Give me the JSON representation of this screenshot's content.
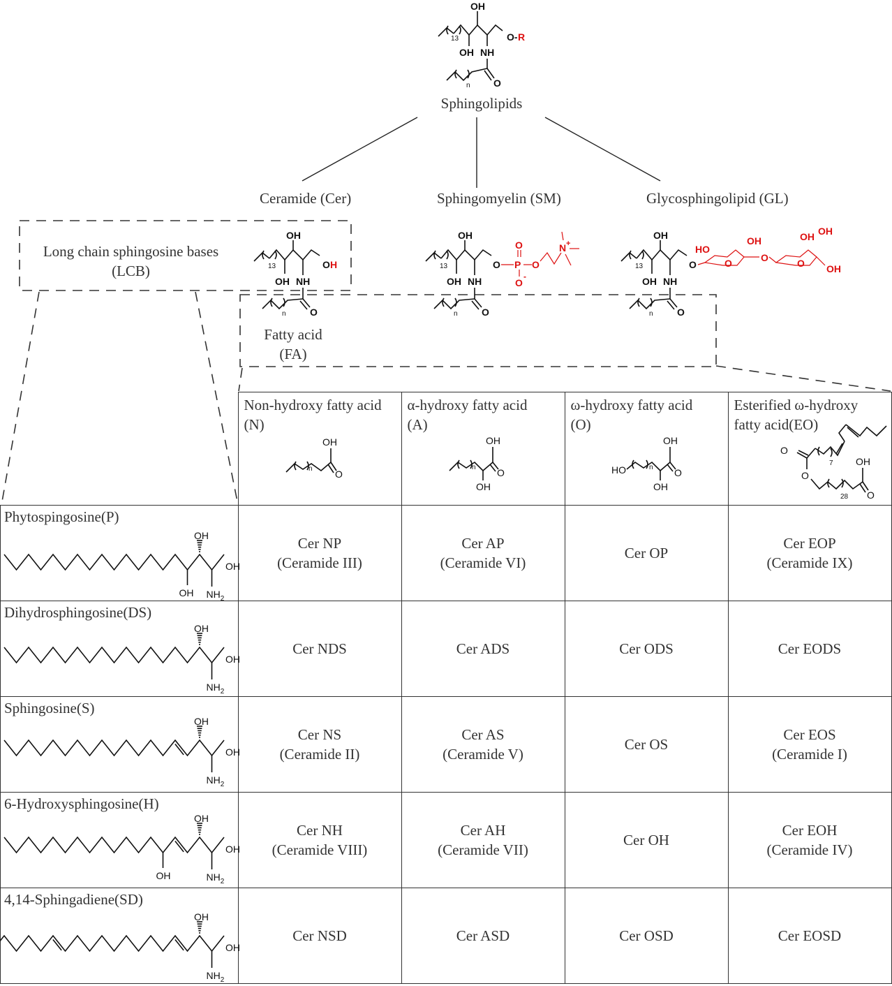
{
  "title": "Sphingolipids",
  "classes": [
    {
      "name": "Ceramide (Cer)",
      "head_group": "O-H"
    },
    {
      "name": "Sphingomyelin (SM)",
      "head_group": "phosphocholine"
    },
    {
      "name": "Glycosphingolipid (GL)",
      "head_group": "disaccharide"
    }
  ],
  "top_structure": {
    "r_group": "R",
    "oxygen": "O-",
    "chain_repeat": "13",
    "fa_repeat": "n",
    "oh": "OH",
    "nh": "NH",
    "carbonyl": "O"
  },
  "boxes": {
    "lcb_label_line1": "Long chain sphingosine bases",
    "lcb_label_line2": "(LCB)",
    "fa_label_line1": "Fatty acid",
    "fa_label_line2": "(FA)"
  },
  "sm_atoms": {
    "o": "O",
    "p": "P",
    "o_minus": "O",
    "minus": "-",
    "n_plus": "N",
    "plus": "+"
  },
  "gl_atoms": {
    "ho": "HO",
    "oh": "OH",
    "o": "O"
  },
  "fatty_acids": [
    {
      "line1": "Non-hydroxy fatty acid",
      "line2": "(N)",
      "code": "N"
    },
    {
      "line1": "α-hydroxy fatty acid",
      "line2": "(A)",
      "code": "A"
    },
    {
      "line1": "ω-hydroxy fatty acid",
      "line2": "(O)",
      "code": "O"
    },
    {
      "line1": "Esterified ω-hydroxy",
      "line2": "fatty acid(EO)",
      "code": "EO",
      "repeat_a": "7",
      "repeat_b": "28"
    }
  ],
  "bases": [
    {
      "name": "Phytospingosine(P)",
      "code": "P"
    },
    {
      "name": "Dihydrosphingosine(DS)",
      "code": "DS"
    },
    {
      "name": "Sphingosine(S)",
      "code": "S"
    },
    {
      "name": "6-Hydroxysphingosine(H)",
      "code": "H"
    },
    {
      "name": "4,14-Sphingadiene(SD)",
      "code": "SD"
    }
  ],
  "atoms": {
    "oh": "OH",
    "nh2": "NH",
    "sub2": "2",
    "o": "O",
    "ho": "HO",
    "n": "n"
  },
  "ceramides": [
    [
      {
        "name": "Cer NP",
        "alias": "(Ceramide III)"
      },
      {
        "name": "Cer AP",
        "alias": "(Ceramide VI)"
      },
      {
        "name": "Cer OP",
        "alias": ""
      },
      {
        "name": "Cer EOP",
        "alias": "(Ceramide IX)"
      }
    ],
    [
      {
        "name": "Cer NDS",
        "alias": ""
      },
      {
        "name": "Cer ADS",
        "alias": ""
      },
      {
        "name": "Cer ODS",
        "alias": ""
      },
      {
        "name": "Cer EODS",
        "alias": ""
      }
    ],
    [
      {
        "name": "Cer NS",
        "alias": "(Ceramide II)"
      },
      {
        "name": "Cer AS",
        "alias": "(Ceramide V)"
      },
      {
        "name": "Cer OS",
        "alias": ""
      },
      {
        "name": "Cer EOS",
        "alias": "(Ceramide I)"
      }
    ],
    [
      {
        "name": "Cer NH",
        "alias": "(Ceramide VIII)"
      },
      {
        "name": "Cer AH",
        "alias": "(Ceramide VII)"
      },
      {
        "name": "Cer OH",
        "alias": ""
      },
      {
        "name": "Cer EOH",
        "alias": "(Ceramide IV)"
      }
    ],
    [
      {
        "name": "Cer NSD",
        "alias": ""
      },
      {
        "name": "Cer ASD",
        "alias": ""
      },
      {
        "name": "Cer OSD",
        "alias": ""
      },
      {
        "name": "Cer EOSD",
        "alias": ""
      }
    ]
  ],
  "colors": {
    "highlight": "#d11111",
    "line": "#333333"
  }
}
